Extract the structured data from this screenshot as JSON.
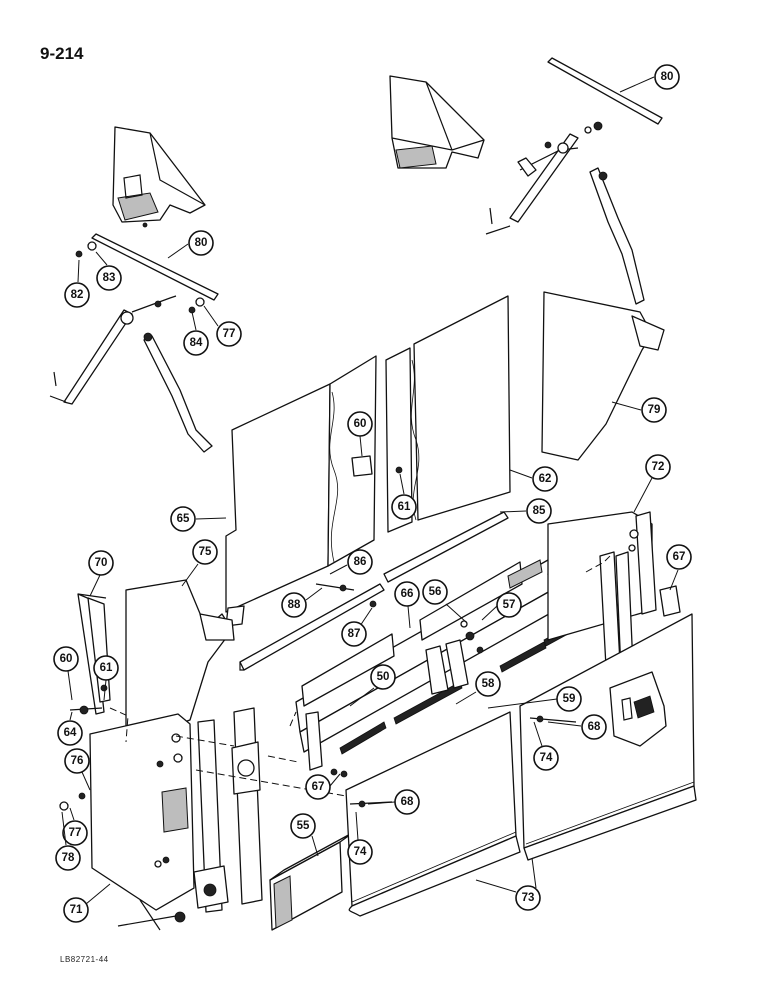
{
  "page_number": "9-214",
  "drawing_code": "LB82721-44",
  "callouts": [
    {
      "label": "80"
    },
    {
      "label": "80"
    },
    {
      "label": "83"
    },
    {
      "label": "82"
    },
    {
      "label": "77"
    },
    {
      "label": "84"
    },
    {
      "label": "79"
    },
    {
      "label": "60"
    },
    {
      "label": "61"
    },
    {
      "label": "62"
    },
    {
      "label": "65"
    },
    {
      "label": "85"
    },
    {
      "label": "72"
    },
    {
      "label": "86"
    },
    {
      "label": "88"
    },
    {
      "label": "87"
    },
    {
      "label": "67"
    },
    {
      "label": "70"
    },
    {
      "label": "75"
    },
    {
      "label": "66"
    },
    {
      "label": "56"
    },
    {
      "label": "57"
    },
    {
      "label": "60"
    },
    {
      "label": "61"
    },
    {
      "label": "50"
    },
    {
      "label": "58"
    },
    {
      "label": "59"
    },
    {
      "label": "64"
    },
    {
      "label": "68"
    },
    {
      "label": "74"
    },
    {
      "label": "76"
    },
    {
      "label": "67"
    },
    {
      "label": "68"
    },
    {
      "label": "77"
    },
    {
      "label": "78"
    },
    {
      "label": "55"
    },
    {
      "label": "74"
    },
    {
      "label": "71"
    },
    {
      "label": "73"
    }
  ]
}
